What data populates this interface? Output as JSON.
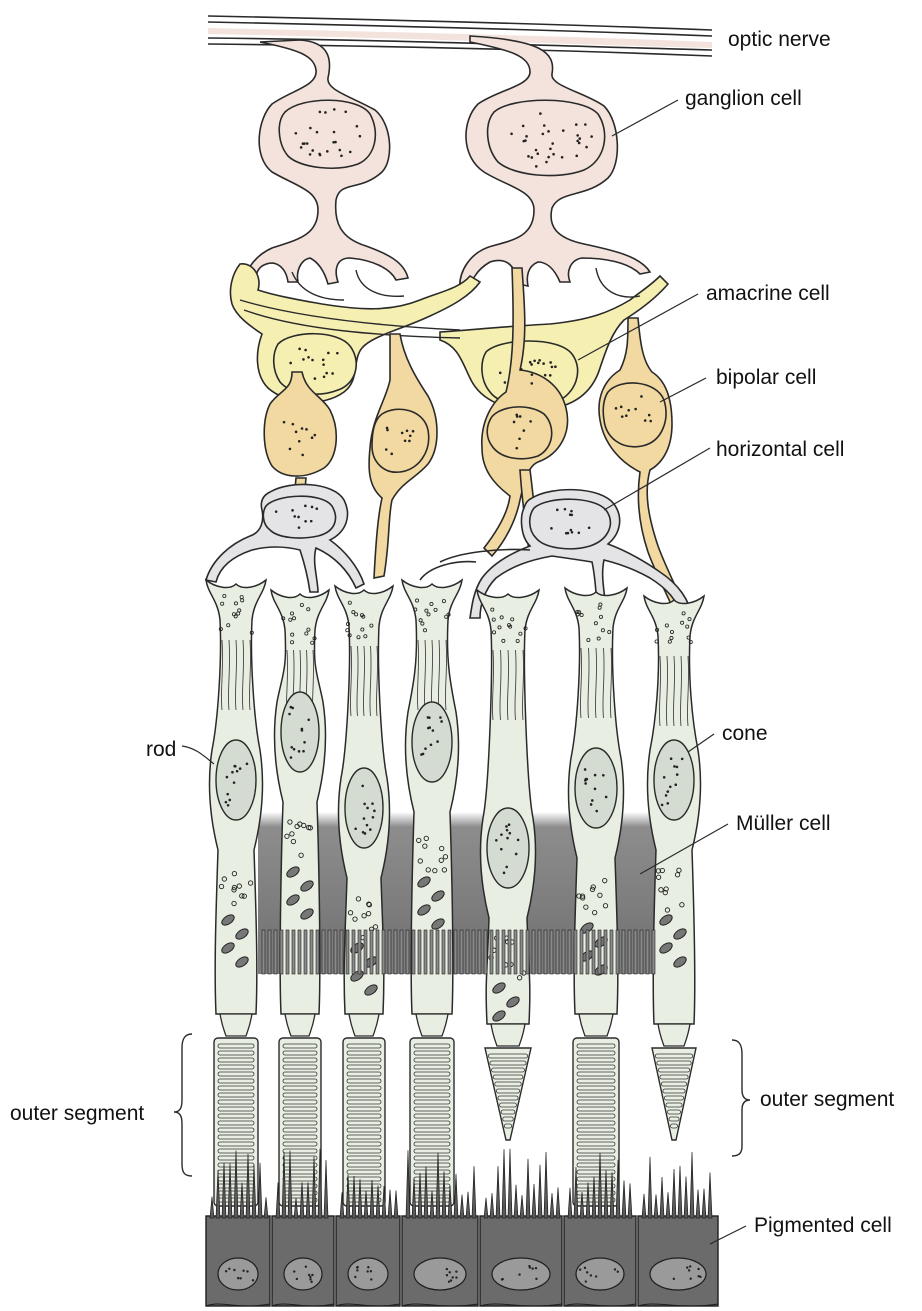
{
  "labels": {
    "optic_nerve": "optic nerve",
    "ganglion": "ganglion cell",
    "amacrine": "amacrine cell",
    "bipolar": "bipolar cell",
    "horizontal": "horizontal cell",
    "rod": "rod",
    "cone": "cone",
    "muller": "Müller cell",
    "outer_left": "outer segment",
    "outer_right": "outer segment",
    "pigmented": "Pigmented cell"
  },
  "colors": {
    "ganglion": "#f3e3dc",
    "amacrine": "#f5efb2",
    "bipolar": "#f2d9a2",
    "horizontal": "#e4e4e6",
    "photoreceptor": "#e8efe2",
    "nucleus_pr": "#d4dbd0",
    "muller": "#808080",
    "pigment": "#6b6b6b",
    "stroke": "#2a2a2a"
  },
  "cells": {
    "ganglion_count": 2,
    "amacrine_count": 2,
    "bipolar_count": 4,
    "horizontal_count": 2,
    "rod_count": 5,
    "cone_count": 2,
    "pigmented_count": 7
  }
}
